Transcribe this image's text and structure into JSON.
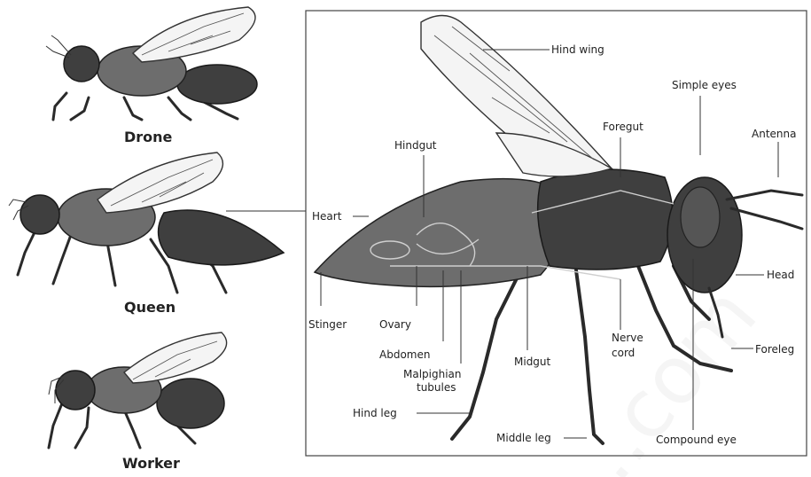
{
  "castes": {
    "drone": "Drone",
    "queen": "Queen",
    "worker": "Worker"
  },
  "anatomy_labels": {
    "hind_wing": "Hind wing",
    "simple_eyes": "Simple eyes",
    "foregut": "Foregut",
    "antenna": "Antenna",
    "hindgut": "Hindgut",
    "heart": "Heart",
    "head": "Head",
    "stinger": "Stinger",
    "ovary": "Ovary",
    "abdomen": "Abdomen",
    "malpighian_tubules_1": "Malpighian",
    "malpighian_tubules_2": "tubules",
    "midgut": "Midgut",
    "nerve_cord_1": "Nerve",
    "nerve_cord_2": "cord",
    "foreleg": "Foreleg",
    "hind_leg": "Hind leg",
    "middle_leg": "Middle leg",
    "compound_eye": "Compound eye"
  },
  "watermark": "..com"
}
